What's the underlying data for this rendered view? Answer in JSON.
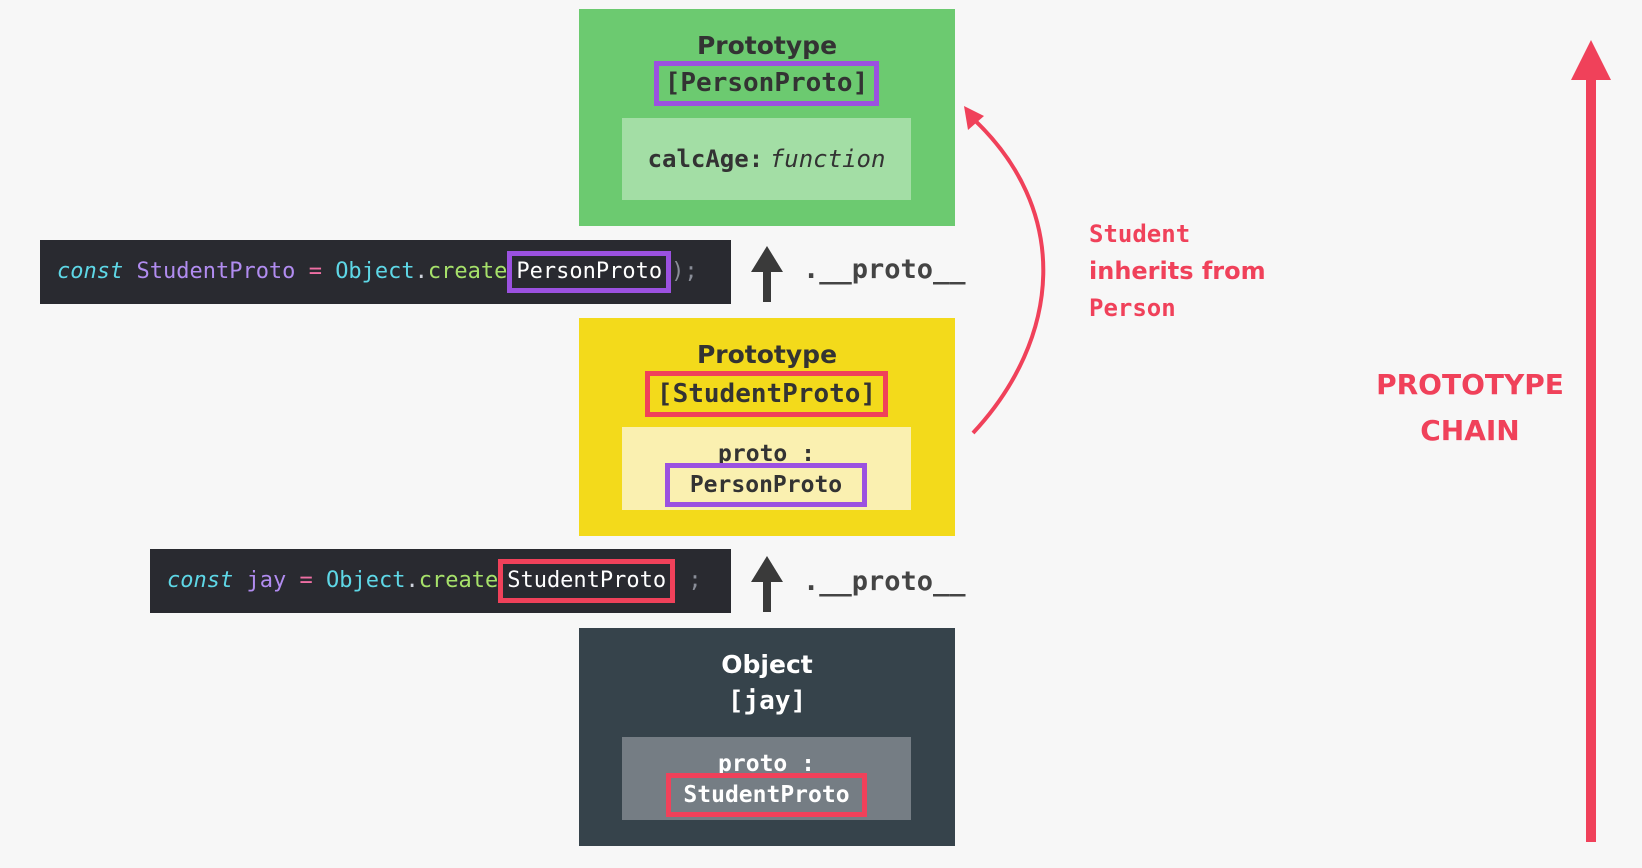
{
  "colors": {
    "background": "#f7f7f7",
    "person_box": "#6cca70",
    "person_inner": "#a3dea5",
    "student_box": "#f3da1b",
    "student_inner": "#faf0b0",
    "object_box": "#36434b",
    "object_inner": "#757d84",
    "purple_highlight": "#9b51e0",
    "red_highlight": "#f0415a",
    "accent_red": "#f0415a"
  },
  "person_proto": {
    "title": "Prototype",
    "name": "[PersonProto]",
    "method_name": "calcAge:",
    "method_value": "function"
  },
  "student_proto": {
    "title": "Prototype",
    "name": "[StudentProto]",
    "proto_label": "proto :",
    "proto_value": "PersonProto"
  },
  "jay_object": {
    "title": "Object",
    "name": "[jay]",
    "proto_label": "proto :",
    "proto_value": "StudentProto"
  },
  "code_student": {
    "keyword": "const",
    "var_name": "StudentProto",
    "op": "=",
    "obj": "Object",
    "dot": ".",
    "fn": "create",
    "arg": "PersonProto",
    "end": ");"
  },
  "code_jay": {
    "keyword": "const",
    "var_name": "jay",
    "op": "=",
    "obj": "Object",
    "dot": ".",
    "fn": "create",
    "arg": "StudentProto",
    "end": ";"
  },
  "proto_link_label": ".__proto__",
  "inherit_label": {
    "line1": "Student",
    "line2": "inherits from",
    "line3": "Person"
  },
  "chain_label": {
    "line1": "PROTOTYPE",
    "line2": "CHAIN"
  }
}
